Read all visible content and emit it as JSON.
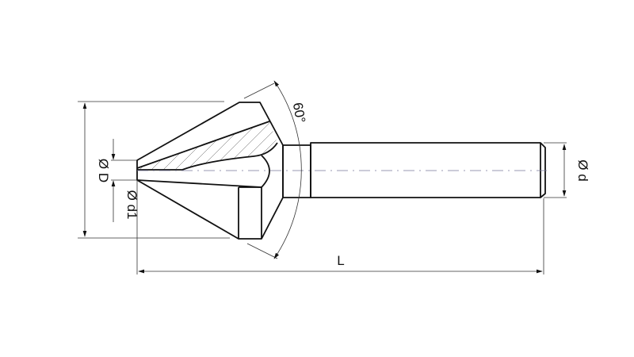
{
  "dimensions": {
    "outer_diameter": "Ø D",
    "tip_diameter": "Ø d1",
    "shank_diameter": "Ø d",
    "angle": "60°",
    "length": "L"
  }
}
